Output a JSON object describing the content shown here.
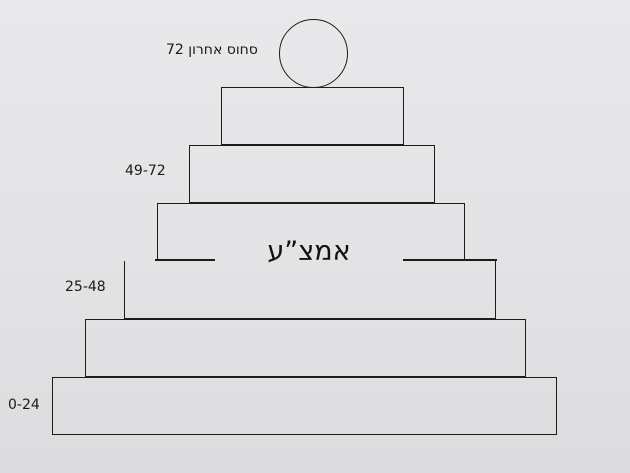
{
  "labels": {
    "top": "72 סחוס אחרון",
    "range_49_72": "49-72",
    "range_25_48": "25-48",
    "range_0_24": "0-24"
  },
  "center_text": "אמצ”ע",
  "colors": {
    "line": "#1c1c1c",
    "background": "#e6e6e8"
  }
}
